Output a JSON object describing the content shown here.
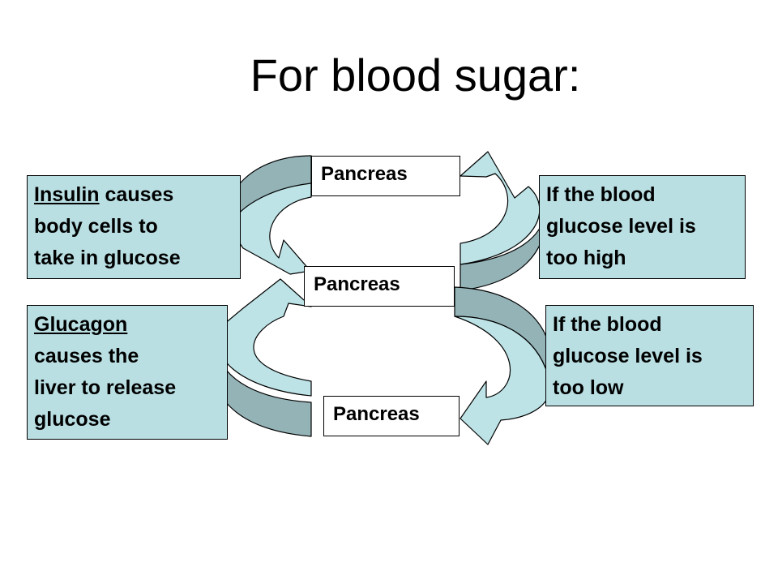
{
  "slide": {
    "title": "For blood sugar:"
  },
  "boxes": {
    "insulin": {
      "line1_term": "Insulin",
      "line1_rest": " causes",
      "line2": "body cells to",
      "line3": "take in glucose"
    },
    "glucagon": {
      "line1_term": "Glucagon",
      "line2": "causes the",
      "line3": "liver to release",
      "line4": "glucose"
    },
    "high": {
      "line1": "If the blood",
      "line2": "glucose level is",
      "line3": "too high"
    },
    "low": {
      "line1": "If the blood",
      "line2": "glucose level is",
      "line3": "too low"
    },
    "pancreas_top": "Pancreas",
    "pancreas_mid": "Pancreas",
    "pancreas_bottom": "Pancreas"
  },
  "colors": {
    "box_fill": "#b9dfe3",
    "arrow_light": "#bde3e6",
    "arrow_dark": "#94b3b7",
    "outline": "#000000"
  },
  "arrows": [
    {
      "name": "top-left-curved-arrow",
      "from": "Pancreas",
      "to": "Pancreas"
    },
    {
      "name": "top-right-curved-arrow",
      "from": "Pancreas",
      "to": "Pancreas"
    },
    {
      "name": "bottom-left-curved-arrow",
      "from": "Pancreas",
      "to": "Pancreas"
    },
    {
      "name": "bottom-right-curved-arrow",
      "from": "Pancreas",
      "to": "Pancreas"
    }
  ]
}
